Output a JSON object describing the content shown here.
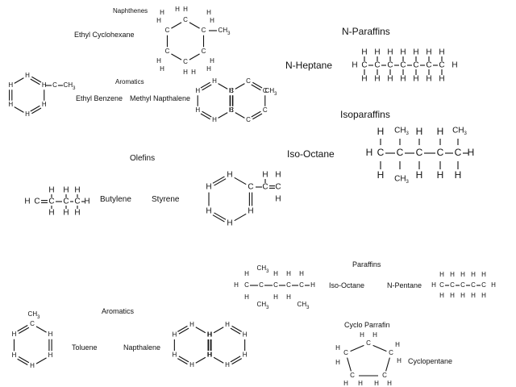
{
  "labels": {
    "naphthenes": "Naphthenes",
    "ethyl_cyclohexane": "Ethyl Cyclohexane",
    "n_paraffins": "N-Paraffins",
    "n_heptane": "N-Heptane",
    "aromatics_top": "Aromatics",
    "ethyl_benzene": "Ethyl Benzene",
    "methyl_napthalene": "Methyl Napthalene",
    "isoparaffins": "Isoparaffins",
    "iso_octane_big": "Iso-Octane",
    "olefins": "Olefins",
    "butylene": "Butylene",
    "styrene": "Styrene",
    "paraffins": "Paraffins",
    "iso_octane_small": "Iso-Octane",
    "n_pentane": "N-Pentane",
    "aromatics_bottom": "Aromatics",
    "toluene": "Toluene",
    "napthalene": "Napthalene",
    "cyclo_parrafin": "Cyclo Parrafin",
    "cyclopentane": "Cyclopentane"
  },
  "atoms": {
    "H": "H",
    "C": "C",
    "CH3": "CH",
    "sub3": "3"
  }
}
